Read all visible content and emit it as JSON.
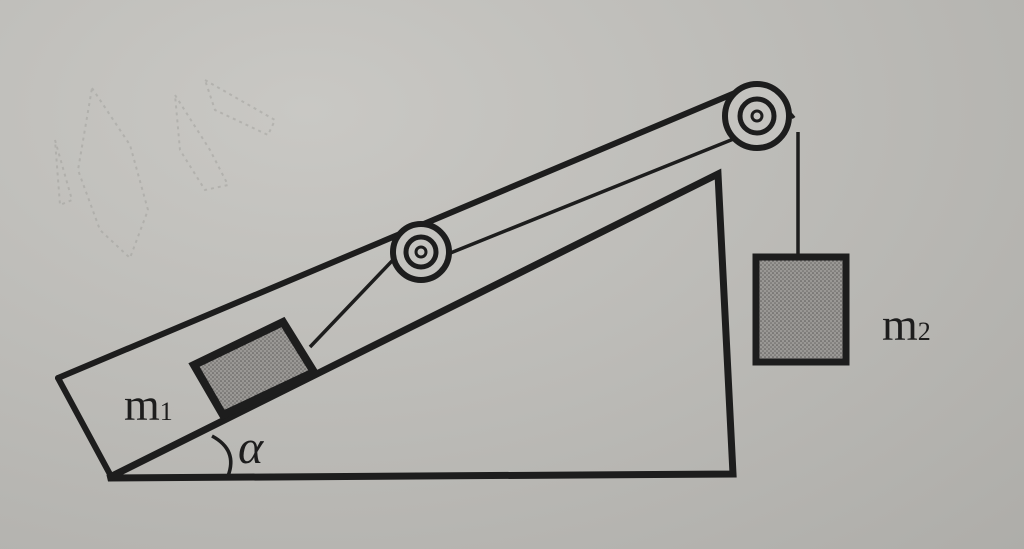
{
  "labels": {
    "m1": {
      "letter": "m",
      "index": "1"
    },
    "m2": {
      "letter": "m",
      "index": "2"
    },
    "angle": "α"
  },
  "colors": {
    "ink": "#1d1d1d",
    "block_fill": "#8f8d8a",
    "paper": "#c2c1bd"
  }
}
